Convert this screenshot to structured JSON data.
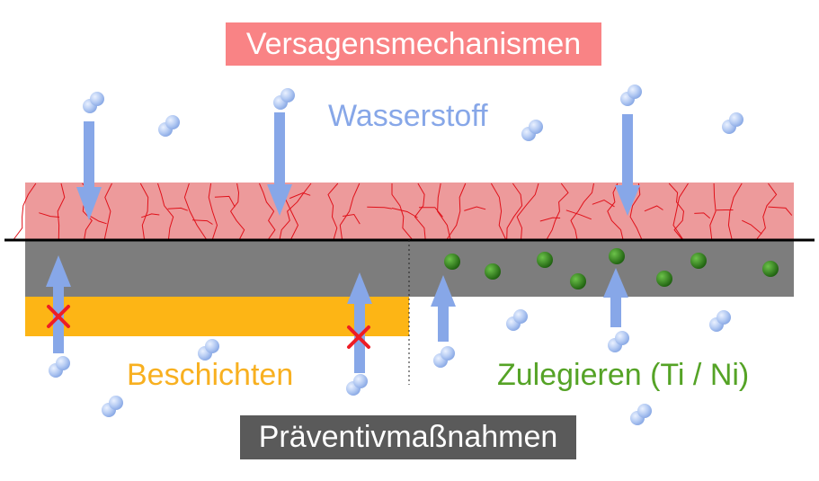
{
  "title": "Versagensmechanismen",
  "hydrogen_label": "Wasserstoff",
  "coating_label": "Beschichten",
  "alloying_label": "Zulegieren (Ti / Ni)",
  "bottom_title": "Präventivmaßnahmen",
  "colors": {
    "title_box": "#f98385",
    "bottom_box": "#5a5a5a",
    "hydrogen": "#87a7e8",
    "hydrogen_molecule": "#a9c4f2",
    "cracked_layer": "#ed9a9b",
    "crack_lines": "#e0111a",
    "steel": "#7d7d7d",
    "coating": "#fdb515",
    "alloy_particles": "#2f7a1a",
    "blocked_marker": "#ee1c25"
  }
}
